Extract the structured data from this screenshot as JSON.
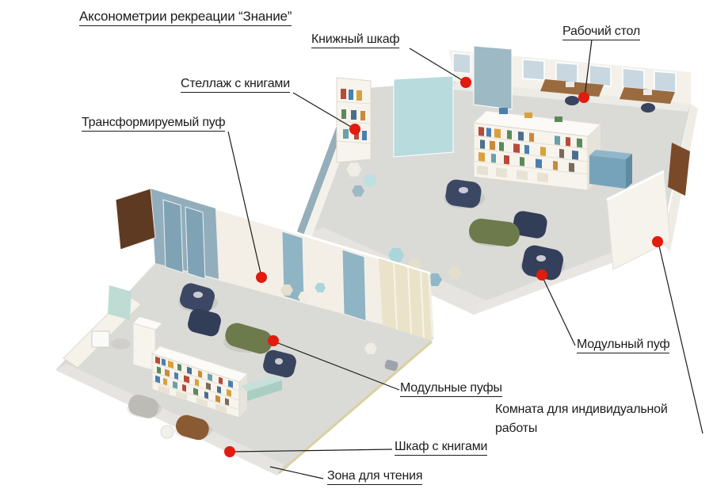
{
  "title": "Аксонометрии рекреации “Знание”",
  "annotations": {
    "bookcase": "Книжный шкаф",
    "work_desk": "Рабочий стол",
    "book_rack": "Стеллаж с книгами",
    "transformable_pouf": "Трансформируемый пуф",
    "modular_pouf": "Модульный пуф",
    "modular_poufs": "Модульные пуфы",
    "individual_room": "Комната для индивидуальной работы",
    "book_cabinet": "Шкаф с книгами",
    "reading_zone": "Зона для чтения"
  },
  "marker_color": "#e11b0e",
  "line_color": "#1c1c1c"
}
